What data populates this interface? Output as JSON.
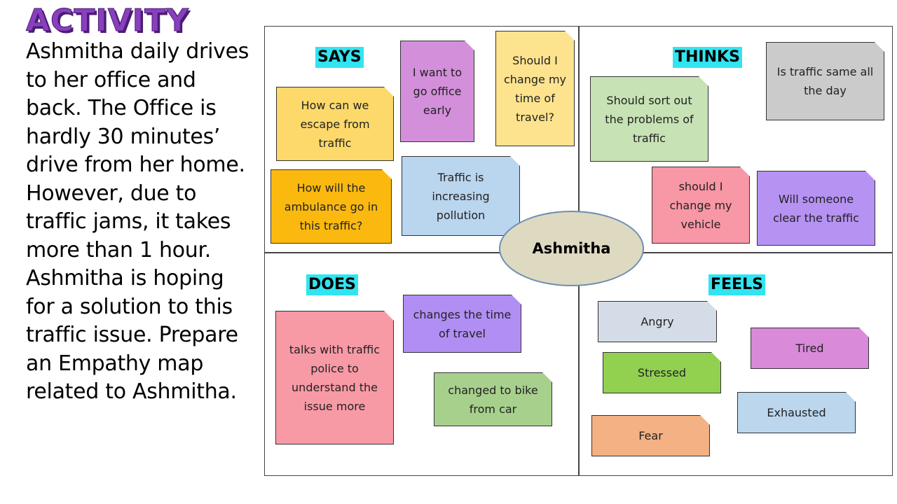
{
  "title": "ACTIVITY",
  "description": "Ashmitha daily drives to her office and back. The Office is hardly 30 minutes’ drive from her home. However, due to traffic jams, it takes more than 1 hour. Ashmitha is hoping for a solution to this traffic issue. Prepare an Empathy map related to Ashmitha.",
  "center": "Ashmitha",
  "quadrants": {
    "says": {
      "label": "SAYS",
      "notes": [
        {
          "text": "How can we escape from traffic",
          "color": "#fdd96b"
        },
        {
          "text": "I want to go office early",
          "color": "#d48fdb"
        },
        {
          "text": "Should I change my time of travel?",
          "color": "#fde38e"
        },
        {
          "text": "How will the ambulance go in this traffic?",
          "color": "#fbb90f"
        },
        {
          "text": "Traffic is increasing pollution",
          "color": "#bad5ee"
        }
      ]
    },
    "thinks": {
      "label": "THINKS",
      "notes": [
        {
          "text": "Is traffic same all the day",
          "color": "#cbcbcb"
        },
        {
          "text": "Should sort out the problems of traffic",
          "color": "#c7e2b4"
        },
        {
          "text": "should I change my vehicle",
          "color": "#f897a5"
        },
        {
          "text": "Will someone clear the traffic",
          "color": "#b692f2"
        }
      ]
    },
    "does": {
      "label": "DOES",
      "notes": [
        {
          "text": "talks with traffic police to understand the issue more",
          "color": "#f89aa6"
        },
        {
          "text": "changes the time of travel",
          "color": "#b18ef4"
        },
        {
          "text": "changed to bike from car",
          "color": "#a8d08d"
        }
      ]
    },
    "feels": {
      "label": "FEELS",
      "notes": [
        {
          "text": "Angry",
          "color": "#d4dce7"
        },
        {
          "text": "Tired",
          "color": "#d98ad9"
        },
        {
          "text": "Stressed",
          "color": "#92d050"
        },
        {
          "text": "Exhausted",
          "color": "#bcd6ee"
        },
        {
          "text": "Fear",
          "color": "#f4b183"
        }
      ]
    }
  }
}
